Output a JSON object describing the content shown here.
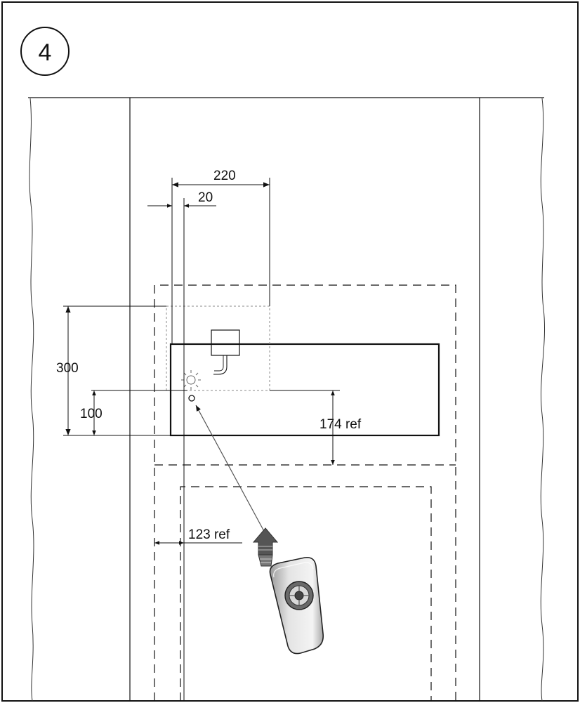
{
  "step_number": "4",
  "dimensions": {
    "width_220": "220",
    "offset_20": "20",
    "height_300": "300",
    "height_100": "100",
    "height_174": "174 ref",
    "offset_123": "123 ref"
  },
  "icons": {
    "sensor": "sun-sensor-icon",
    "remote": "remote-control-icon",
    "arrow": "signal-arrow-icon"
  },
  "colors": {
    "line": "#111111",
    "light_line": "#888888",
    "remote_body": "#dcdcdc",
    "remote_dark": "#555555"
  }
}
